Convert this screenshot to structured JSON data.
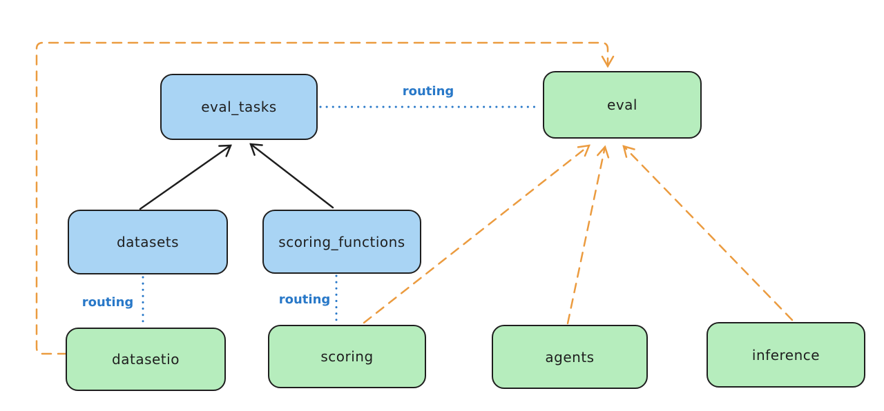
{
  "diagram": {
    "nodes": [
      {
        "id": "eval_tasks",
        "label": "eval_tasks",
        "color": "blue"
      },
      {
        "id": "eval",
        "label": "eval",
        "color": "green"
      },
      {
        "id": "datasets",
        "label": "datasets",
        "color": "blue"
      },
      {
        "id": "scoring_functions",
        "label": "scoring_functions",
        "color": "blue"
      },
      {
        "id": "datasetio",
        "label": "datasetio",
        "color": "green"
      },
      {
        "id": "scoring",
        "label": "scoring",
        "color": "green"
      },
      {
        "id": "agents",
        "label": "agents",
        "color": "green"
      },
      {
        "id": "inference",
        "label": "inference",
        "color": "green"
      }
    ],
    "edges": [
      {
        "from": "datasets",
        "to": "eval_tasks",
        "style": "solid-arrow",
        "color": "black",
        "label": ""
      },
      {
        "from": "scoring_functions",
        "to": "eval_tasks",
        "style": "solid-arrow",
        "color": "black",
        "label": ""
      },
      {
        "from": "eval_tasks",
        "to": "eval",
        "style": "dotted-line",
        "color": "blue",
        "label": "routing"
      },
      {
        "from": "datasets",
        "to": "datasetio",
        "style": "dotted-line",
        "color": "blue",
        "label": "routing"
      },
      {
        "from": "scoring_functions",
        "to": "scoring",
        "style": "dotted-line",
        "color": "blue",
        "label": "routing"
      },
      {
        "from": "datasetio",
        "to": "eval",
        "style": "dashed-arrow",
        "color": "orange",
        "label": ""
      },
      {
        "from": "scoring",
        "to": "eval",
        "style": "dashed-arrow",
        "color": "orange",
        "label": ""
      },
      {
        "from": "agents",
        "to": "eval",
        "style": "dashed-arrow",
        "color": "orange",
        "label": ""
      },
      {
        "from": "inference",
        "to": "eval",
        "style": "dashed-arrow",
        "color": "orange",
        "label": ""
      }
    ],
    "colors": {
      "node_blue_fill": "#a9d4f4",
      "node_green_fill": "#b6edbd",
      "node_stroke": "#1e1e1e",
      "routing_blue": "#2878c8",
      "dashed_orange": "#eb9b3f",
      "background": "#ffffff"
    }
  }
}
